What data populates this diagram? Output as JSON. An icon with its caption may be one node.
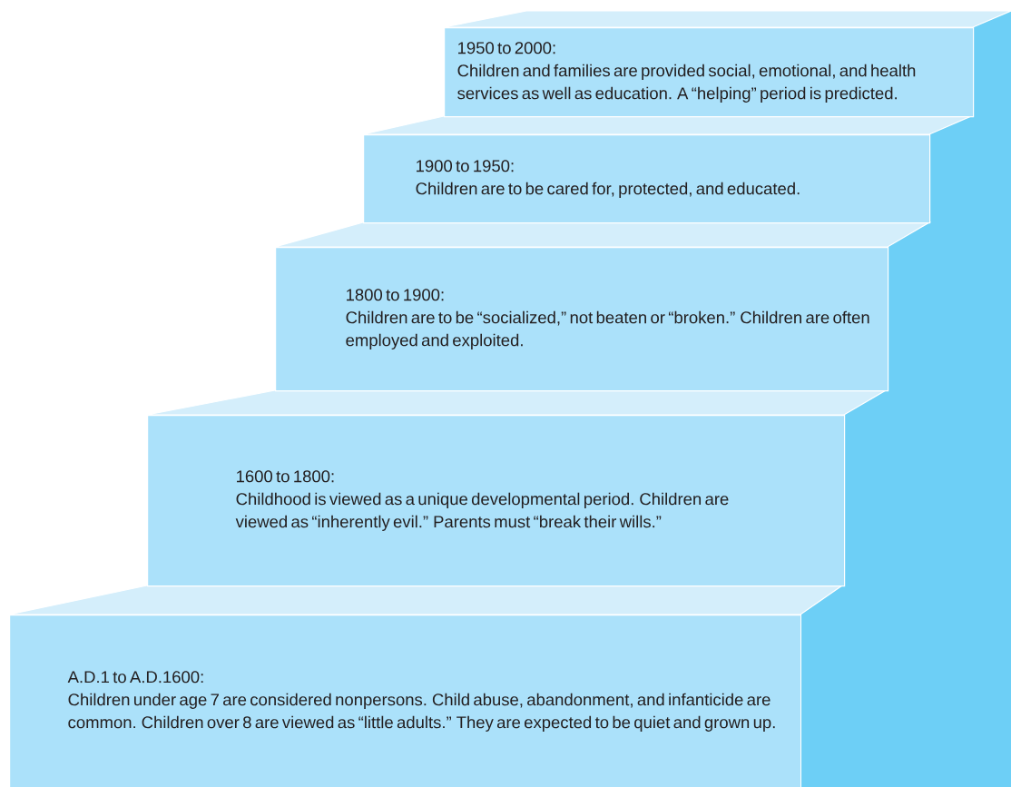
{
  "diagram": {
    "nodes": [
      {
        "text": [
          "1950 to 2000:",
          "Children and families are provided social, emotional, and health services as well as education. A “helping” period is predicted."
        ]
      },
      {
        "text": [
          "1900 to 1950:",
          "Children are to be cared for, protected, and educated."
        ]
      },
      {
        "text": [
          "1800 to 1900:",
          "Children are to be “socialized,” not beaten or “broken.” Children are often employed and exploited."
        ]
      },
      {
        "text": [
          "1600 to 1800:",
          "Childhood is viewed as a unique developmental period. Children are viewed as “inherently evil.” Parents must “break their wills.”"
        ]
      },
      {
        "text": [
          "A.D.1 to A.D.1600:",
          "Children under age 7 are considered nonpersons. Child abuse, abandonment, and infanticide are common. Children over 8 are viewed as “little adults.” They are expected to be quiet and grown up."
        ]
      }
    ]
  }
}
